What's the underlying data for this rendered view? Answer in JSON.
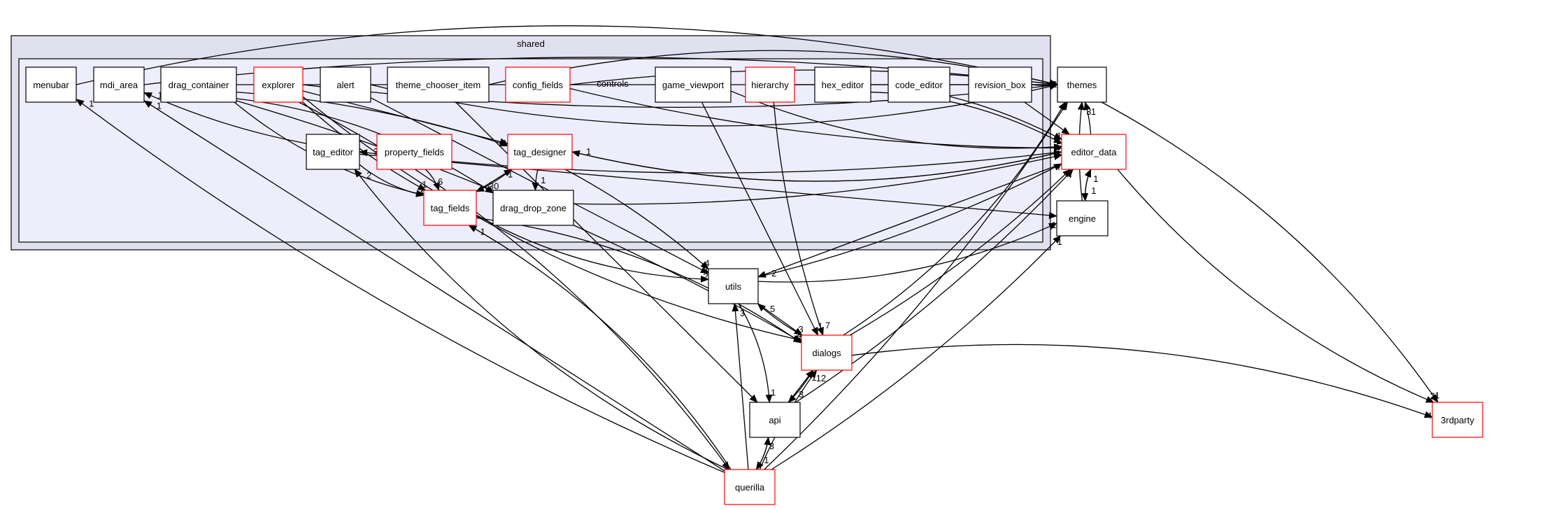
{
  "clusters": {
    "outer": "shared",
    "inner": "controls"
  },
  "nodes": {
    "menubar": {
      "label": "menubar",
      "red": false
    },
    "mdi_area": {
      "label": "mdi_area",
      "red": false
    },
    "drag_container": {
      "label": "drag_container",
      "red": false
    },
    "explorer": {
      "label": "explorer",
      "red": true
    },
    "alert": {
      "label": "alert",
      "red": false
    },
    "theme_chooser": {
      "label": "theme_chooser_item",
      "red": false
    },
    "config_fields": {
      "label": "config_fields",
      "red": true
    },
    "game_viewport": {
      "label": "game_viewport",
      "red": false
    },
    "hierarchy": {
      "label": "hierarchy",
      "red": true
    },
    "hex_editor": {
      "label": "hex_editor",
      "red": false
    },
    "code_editor": {
      "label": "code_editor",
      "red": false
    },
    "revision_box": {
      "label": "revision_box",
      "red": false
    },
    "tag_editor": {
      "label": "tag_editor",
      "red": false
    },
    "property_fields": {
      "label": "property_fields",
      "red": true
    },
    "tag_designer": {
      "label": "tag_designer",
      "red": true
    },
    "tag_fields": {
      "label": "tag_fields",
      "red": true
    },
    "drag_drop_zone": {
      "label": "drag_drop_zone",
      "red": false
    },
    "themes": {
      "label": "themes",
      "red": false
    },
    "editor_data": {
      "label": "editor_data",
      "red": true
    },
    "engine": {
      "label": "engine",
      "red": false
    },
    "utils": {
      "label": "utils",
      "red": false
    },
    "dialogs": {
      "label": "dialogs",
      "red": true
    },
    "api": {
      "label": "api",
      "red": false
    },
    "querilla": {
      "label": "querilla",
      "red": true
    },
    "thirdparty": {
      "label": "3rdparty",
      "red": true
    }
  },
  "edges": [
    {
      "from": "menubar",
      "to": "themes",
      "label": "2"
    },
    {
      "from": "mdi_area",
      "to": "themes",
      "label": ""
    },
    {
      "from": "drag_container",
      "to": "themes",
      "label": ""
    },
    {
      "from": "explorer",
      "to": "themes",
      "label": ""
    },
    {
      "from": "alert",
      "to": "themes",
      "label": ""
    },
    {
      "from": "theme_chooser",
      "to": "themes",
      "label": "1"
    },
    {
      "from": "config_fields",
      "to": "themes",
      "label": ""
    },
    {
      "from": "hierarchy",
      "to": "themes",
      "label": ""
    },
    {
      "from": "revision_box",
      "to": "themes",
      "label": ""
    },
    {
      "from": "tag_editor",
      "to": "tag_fields",
      "label": "2"
    },
    {
      "from": "property_fields",
      "to": "tag_fields",
      "label": "6"
    },
    {
      "from": "tag_designer",
      "to": "tag_fields",
      "label": "30"
    },
    {
      "from": "tag_fields",
      "to": "tag_designer",
      "label": "1"
    },
    {
      "from": "tag_designer",
      "to": "drag_drop_zone",
      "label": "1"
    },
    {
      "from": "tag_designer",
      "to": "editor_data",
      "label": "1"
    },
    {
      "from": "editor_data",
      "to": "tag_designer",
      "label": "1"
    },
    {
      "from": "tag_designer",
      "to": "utils",
      "label": "4"
    },
    {
      "from": "tag_editor",
      "to": "engine",
      "label": ""
    },
    {
      "from": "drag_drop_zone",
      "to": "editor_data",
      "label": ""
    },
    {
      "from": "tag_fields",
      "to": "utils",
      "label": "2"
    },
    {
      "from": "tag_fields",
      "to": "dialogs",
      "label": "6"
    },
    {
      "from": "drag_container",
      "to": "tag_designer",
      "label": "1"
    },
    {
      "from": "explorer",
      "to": "tag_designer",
      "label": ""
    },
    {
      "from": "explorer",
      "to": "tag_fields",
      "label": "1"
    },
    {
      "from": "drag_container",
      "to": "tag_fields",
      "label": "1"
    },
    {
      "from": "drag_container",
      "to": "drag_drop_zone",
      "label": "1"
    },
    {
      "from": "tag_editor",
      "to": "mdi_area",
      "label": "1"
    },
    {
      "from": "alert",
      "to": "utils",
      "label": "1"
    },
    {
      "from": "config_fields",
      "to": "editor_data",
      "label": "5"
    },
    {
      "from": "game_viewport",
      "to": "editor_data",
      "label": ""
    },
    {
      "from": "hex_editor",
      "to": "editor_data",
      "label": "1"
    },
    {
      "from": "code_editor",
      "to": "editor_data",
      "label": "1"
    },
    {
      "from": "revision_box",
      "to": "editor_data",
      "label": ""
    },
    {
      "from": "editor_data",
      "to": "themes",
      "label": "1"
    },
    {
      "from": "editor_data",
      "to": "engine",
      "label": "1"
    },
    {
      "from": "engine",
      "to": "editor_data",
      "label": "1"
    },
    {
      "from": "engine",
      "to": "themes",
      "label": "3"
    },
    {
      "from": "editor_data",
      "to": "utils",
      "label": "2"
    },
    {
      "from": "utils",
      "to": "editor_data",
      "label": "7"
    },
    {
      "from": "utils",
      "to": "engine",
      "label": "1"
    },
    {
      "from": "utils",
      "to": "api",
      "label": "1"
    },
    {
      "from": "dialogs",
      "to": "utils",
      "label": "5"
    },
    {
      "from": "utils",
      "to": "dialogs",
      "label": "3"
    },
    {
      "from": "dialogs",
      "to": "editor_data",
      "label": "4"
    },
    {
      "from": "dialogs",
      "to": "themes",
      "label": ""
    },
    {
      "from": "dialogs",
      "to": "thirdparty",
      "label": "4"
    },
    {
      "from": "dialogs",
      "to": "api",
      "label": "3"
    },
    {
      "from": "api",
      "to": "dialogs",
      "label": "1"
    },
    {
      "from": "api",
      "to": "editor_data",
      "label": ""
    },
    {
      "from": "querilla",
      "to": "api",
      "label": "3"
    },
    {
      "from": "api",
      "to": "querilla",
      "label": "1"
    },
    {
      "from": "querilla",
      "to": "dialogs",
      "label": "12"
    },
    {
      "from": "querilla",
      "to": "utils",
      "label": "3"
    },
    {
      "from": "querilla",
      "to": "engine",
      "label": "1"
    },
    {
      "from": "querilla",
      "to": "tag_fields",
      "label": "1"
    },
    {
      "from": "querilla",
      "to": "tag_editor",
      "label": "2"
    },
    {
      "from": "querilla",
      "to": "menubar",
      "label": "1"
    },
    {
      "from": "querilla",
      "to": "mdi_area",
      "label": "1"
    },
    {
      "from": "querilla",
      "to": "themes",
      "label": ""
    },
    {
      "from": "explorer",
      "to": "dialogs",
      "label": ""
    },
    {
      "from": "explorer",
      "to": "querilla",
      "label": ""
    },
    {
      "from": "drag_container",
      "to": "dialogs",
      "label": "2"
    },
    {
      "from": "game_viewport",
      "to": "dialogs",
      "label": "1"
    },
    {
      "from": "hierarchy",
      "to": "dialogs",
      "label": "7"
    },
    {
      "from": "editor_data",
      "to": "thirdparty",
      "label": "2"
    },
    {
      "from": "themes",
      "to": "thirdparty",
      "label": "1"
    },
    {
      "from": "editor_data",
      "to": "tag_editor",
      "label": "3"
    },
    {
      "from": "theme_chooser",
      "to": "api",
      "label": ""
    }
  ]
}
